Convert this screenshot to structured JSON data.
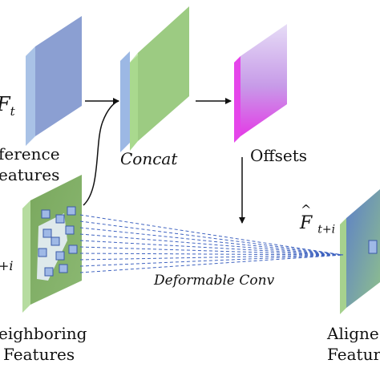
{
  "reference": {
    "symbol": "F",
    "subscript": "t",
    "line1": "ference",
    "line2": "eatures"
  },
  "concat_label": "Concat",
  "offsets_label": "Offsets",
  "neighboring": {
    "subscript": "+i",
    "line1": "eighboring",
    "line2": "Features"
  },
  "deformable_label": "Deformable Conv",
  "aligned": {
    "symbol": "F",
    "subscript": "t+i",
    "line1": "Aligne",
    "line2": "Featur"
  },
  "colors": {
    "reference_face": "#8fa2d4",
    "reference_side": "#a8c3e8",
    "concat_green": "#9fcf86",
    "concat_blue": "#9db8e2",
    "offsets_top": "#d8c8f0",
    "offsets_bottom": "#e040e8",
    "neighbor_face": "#82b06a",
    "neighbor_side": "#b8e0a0",
    "aligned_face": "#7aa08a",
    "dash_line": "#3f63c0"
  }
}
